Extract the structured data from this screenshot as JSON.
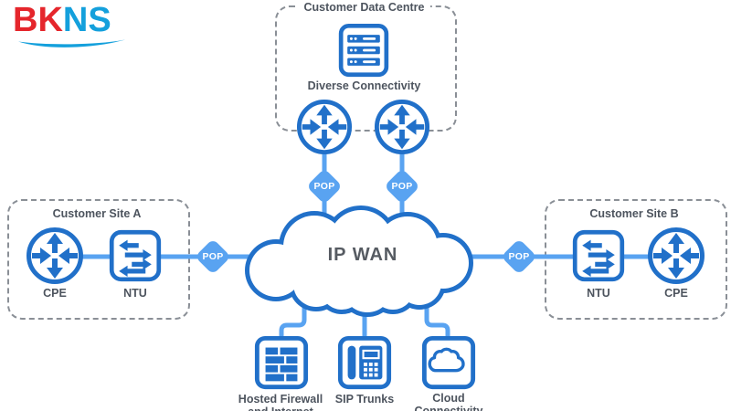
{
  "logo": {
    "bk": "BK",
    "ns": "NS"
  },
  "colors": {
    "primary_blue": "#2170C9",
    "light_blue": "#59A3F1",
    "logo_red": "#E5262C",
    "logo_blue": "#14A0DC",
    "label_text": "#4D545E",
    "wan_text": "#565B62",
    "dash_border": "#8A8F96"
  },
  "icons": {
    "server": "server-rack in rounded square",
    "router": "circle with four arrows (up, down, inward-left, inward-right)",
    "switch": "rounded square with left/right arrows",
    "pop": "rounded diamond",
    "wan": "cloud outline",
    "firewall": "brick wall in rounded square",
    "phone": "desk phone in rounded square",
    "cloud_service": "cloud outline in rounded square"
  },
  "data_centre": {
    "title": "Customer Data Centre",
    "connectivity_label": "Diverse Connectivity"
  },
  "pop_label": "POP",
  "wan_label": "IP WAN",
  "site_a": {
    "title": "Customer Site A",
    "cpe": "CPE",
    "ntu": "NTU"
  },
  "site_b": {
    "title": "Customer Site B",
    "ntu": "NTU",
    "cpe": "CPE"
  },
  "services": [
    {
      "line1": "Hosted Firewall",
      "line2": "and Internet"
    },
    {
      "line1": "SIP Trunks",
      "line2": ""
    },
    {
      "line1": "Cloud",
      "line2": "Connectivity"
    }
  ]
}
